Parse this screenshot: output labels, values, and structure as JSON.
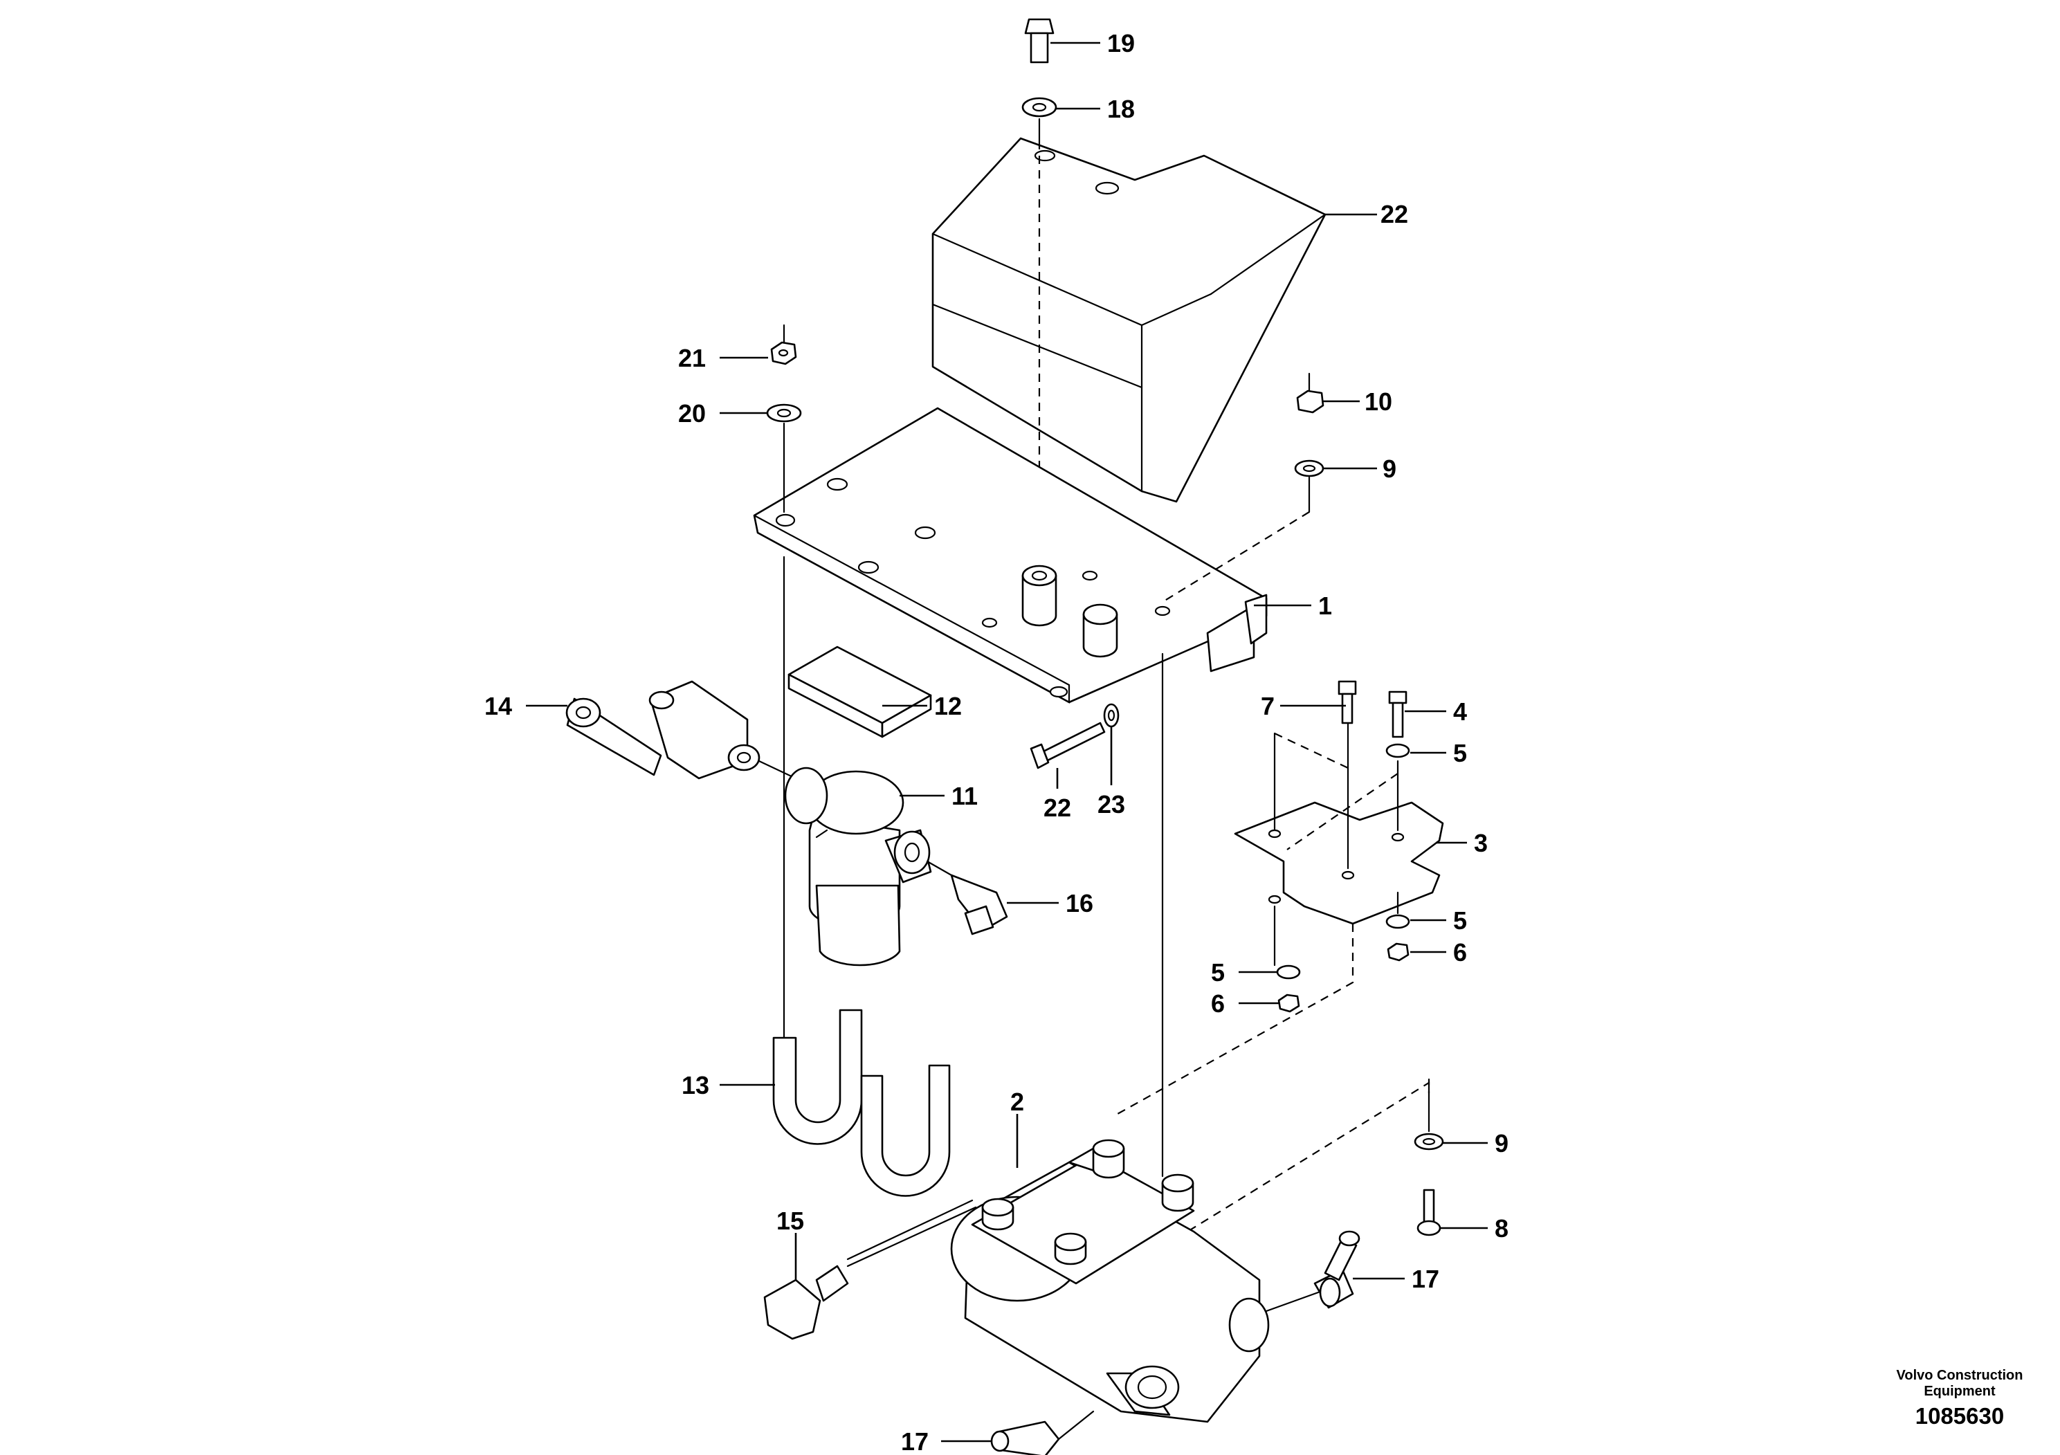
{
  "callouts": {
    "c1": "1",
    "c2": "2",
    "c3": "3",
    "c4": "4",
    "c5a": "5",
    "c5b": "5",
    "c5c": "5",
    "c6a": "6",
    "c6b": "6",
    "c7": "7",
    "c8": "8",
    "c9a": "9",
    "c9b": "9",
    "c10": "10",
    "c11": "11",
    "c12": "12",
    "c13": "13",
    "c14": "14",
    "c15": "15",
    "c16": "16",
    "c17a": "17",
    "c17b": "17",
    "c18": "18",
    "c19": "19",
    "c20": "20",
    "c21": "21",
    "c22a": "22",
    "c22b": "22",
    "c23": "23"
  },
  "credit": {
    "line1": "Volvo Construction",
    "line2": "Equipment"
  },
  "reference_number": "1085630"
}
